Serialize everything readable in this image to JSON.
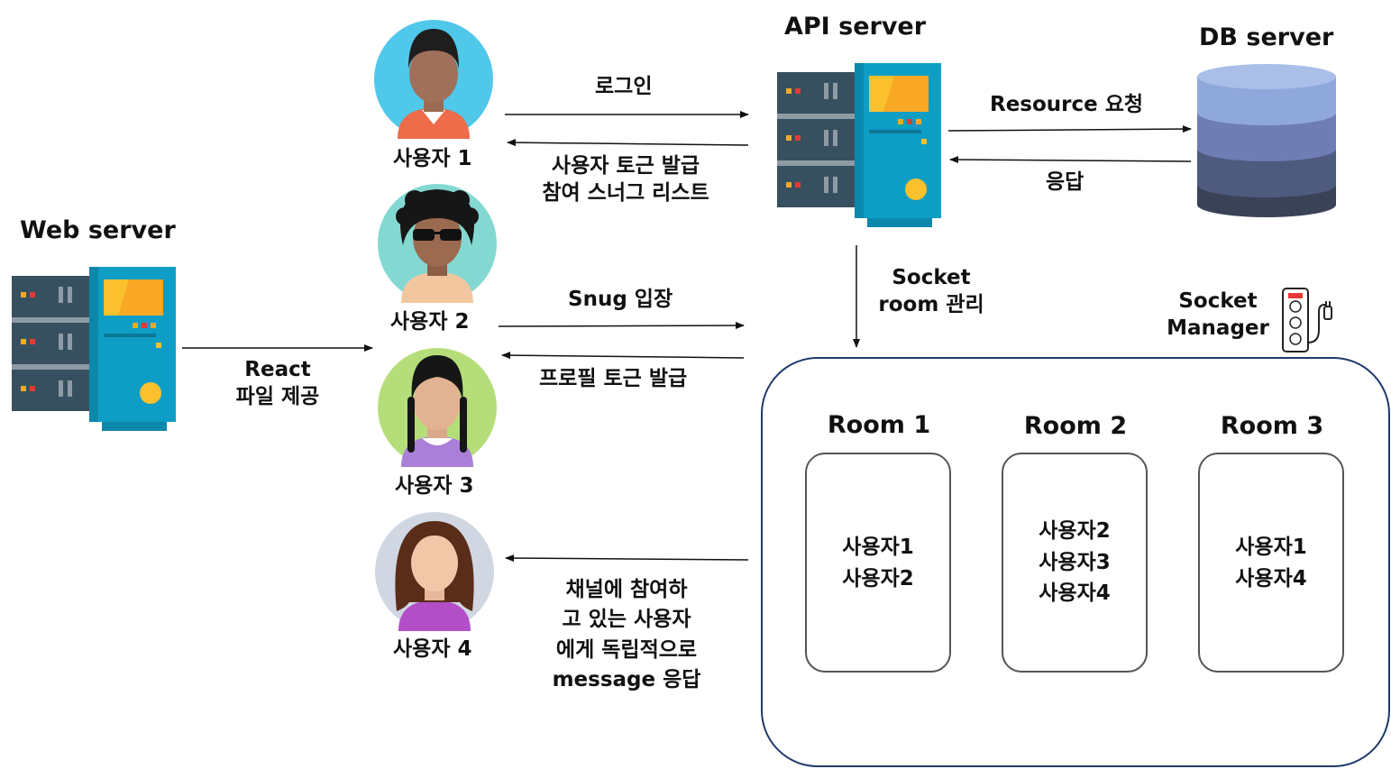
{
  "servers": {
    "web": "Web server",
    "api": "API server",
    "db": "DB server"
  },
  "users": [
    "사용자 1",
    "사용자 2",
    "사용자 3",
    "사용자 4"
  ],
  "edges": {
    "react": [
      "React",
      "파일 제공"
    ],
    "login": "로그인",
    "token": [
      "사용자 토근 발급",
      "참여 스너그 리스트"
    ],
    "snug": "Snug 입장",
    "profile": "프로필 토근 발급",
    "resource": "Resource 요청",
    "response": "응답",
    "socket": [
      "Socket",
      "room 관리"
    ],
    "broadcast": [
      "채널에 참여하",
      "고 있는 사용자",
      "에게 독립적으로",
      "message 응답"
    ]
  },
  "manager": [
    "Socket",
    "Manager"
  ],
  "rooms": [
    {
      "title": "Room 1",
      "members": [
        "사용자1",
        "사용자2"
      ]
    },
    {
      "title": "Room 2",
      "members": [
        "사용자2",
        "사용자3",
        "사용자4"
      ]
    },
    {
      "title": "Room 3",
      "members": [
        "사용자1",
        "사용자4"
      ]
    }
  ],
  "colors": {
    "server_body": "#0E9DC5",
    "server_rack": "#37505F",
    "screen": "#FBC02D",
    "db_top": "#8FA8DC",
    "db_mid": "#6F7DB5",
    "db_low": "#4E5A7E",
    "db_base": "#3A4258"
  }
}
